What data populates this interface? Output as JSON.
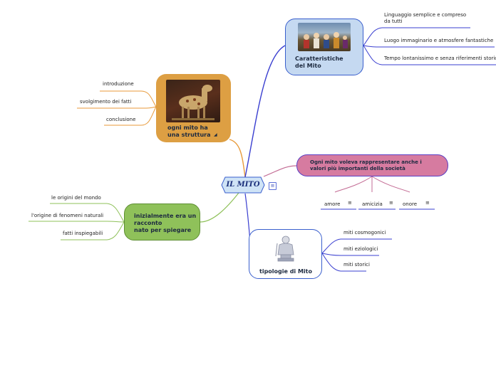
{
  "central": {
    "title": "IL MITO"
  },
  "struttura": {
    "label": "ogni mito ha\nuna struttura",
    "children": [
      "introduzione",
      "svolgimento dei fatti",
      "conclusione"
    ]
  },
  "caratteristiche": {
    "label": "Caratteristiche\ndel Mito",
    "children": [
      "Linguaggio semplice e compreso\nda tutti",
      "Luogo immaginario e atmosfere fantastiche",
      "Tempo lontanissimo e senza riferimenti storici"
    ]
  },
  "valori": {
    "label": "Ogni mito voleva rappresentare anche i\nvalori più importanti della società",
    "children": [
      "amore",
      "amicizia",
      "onore"
    ]
  },
  "racconto": {
    "label": "inizialmente era un\nracconto\nnato per spiegare",
    "children": [
      "le origini del mondo",
      "l'origine di fenomeni naturali",
      "fatti inspiegabili"
    ]
  },
  "tipologie": {
    "label": "tipologie di Mito",
    "children": [
      "miti cosmogonici",
      "miti eziologici",
      "miti storici"
    ]
  },
  "colors": {
    "line_blue": "#3a3fd0",
    "line_orange": "#e89a3a",
    "line_pink": "#c36b94",
    "line_green": "#8fc15a",
    "struttura_fill": "#dd9f43",
    "caratteristiche_fill": "#c5d9f1",
    "valori_fill": "#d67ba0",
    "racconto_fill": "#8fc15a",
    "central_fill": "#cfe3f6"
  },
  "icons": [
    "note-icon",
    "horse-painting-image",
    "renaissance-painting-image",
    "statue-icon",
    "collapse-triangle-icon"
  ]
}
